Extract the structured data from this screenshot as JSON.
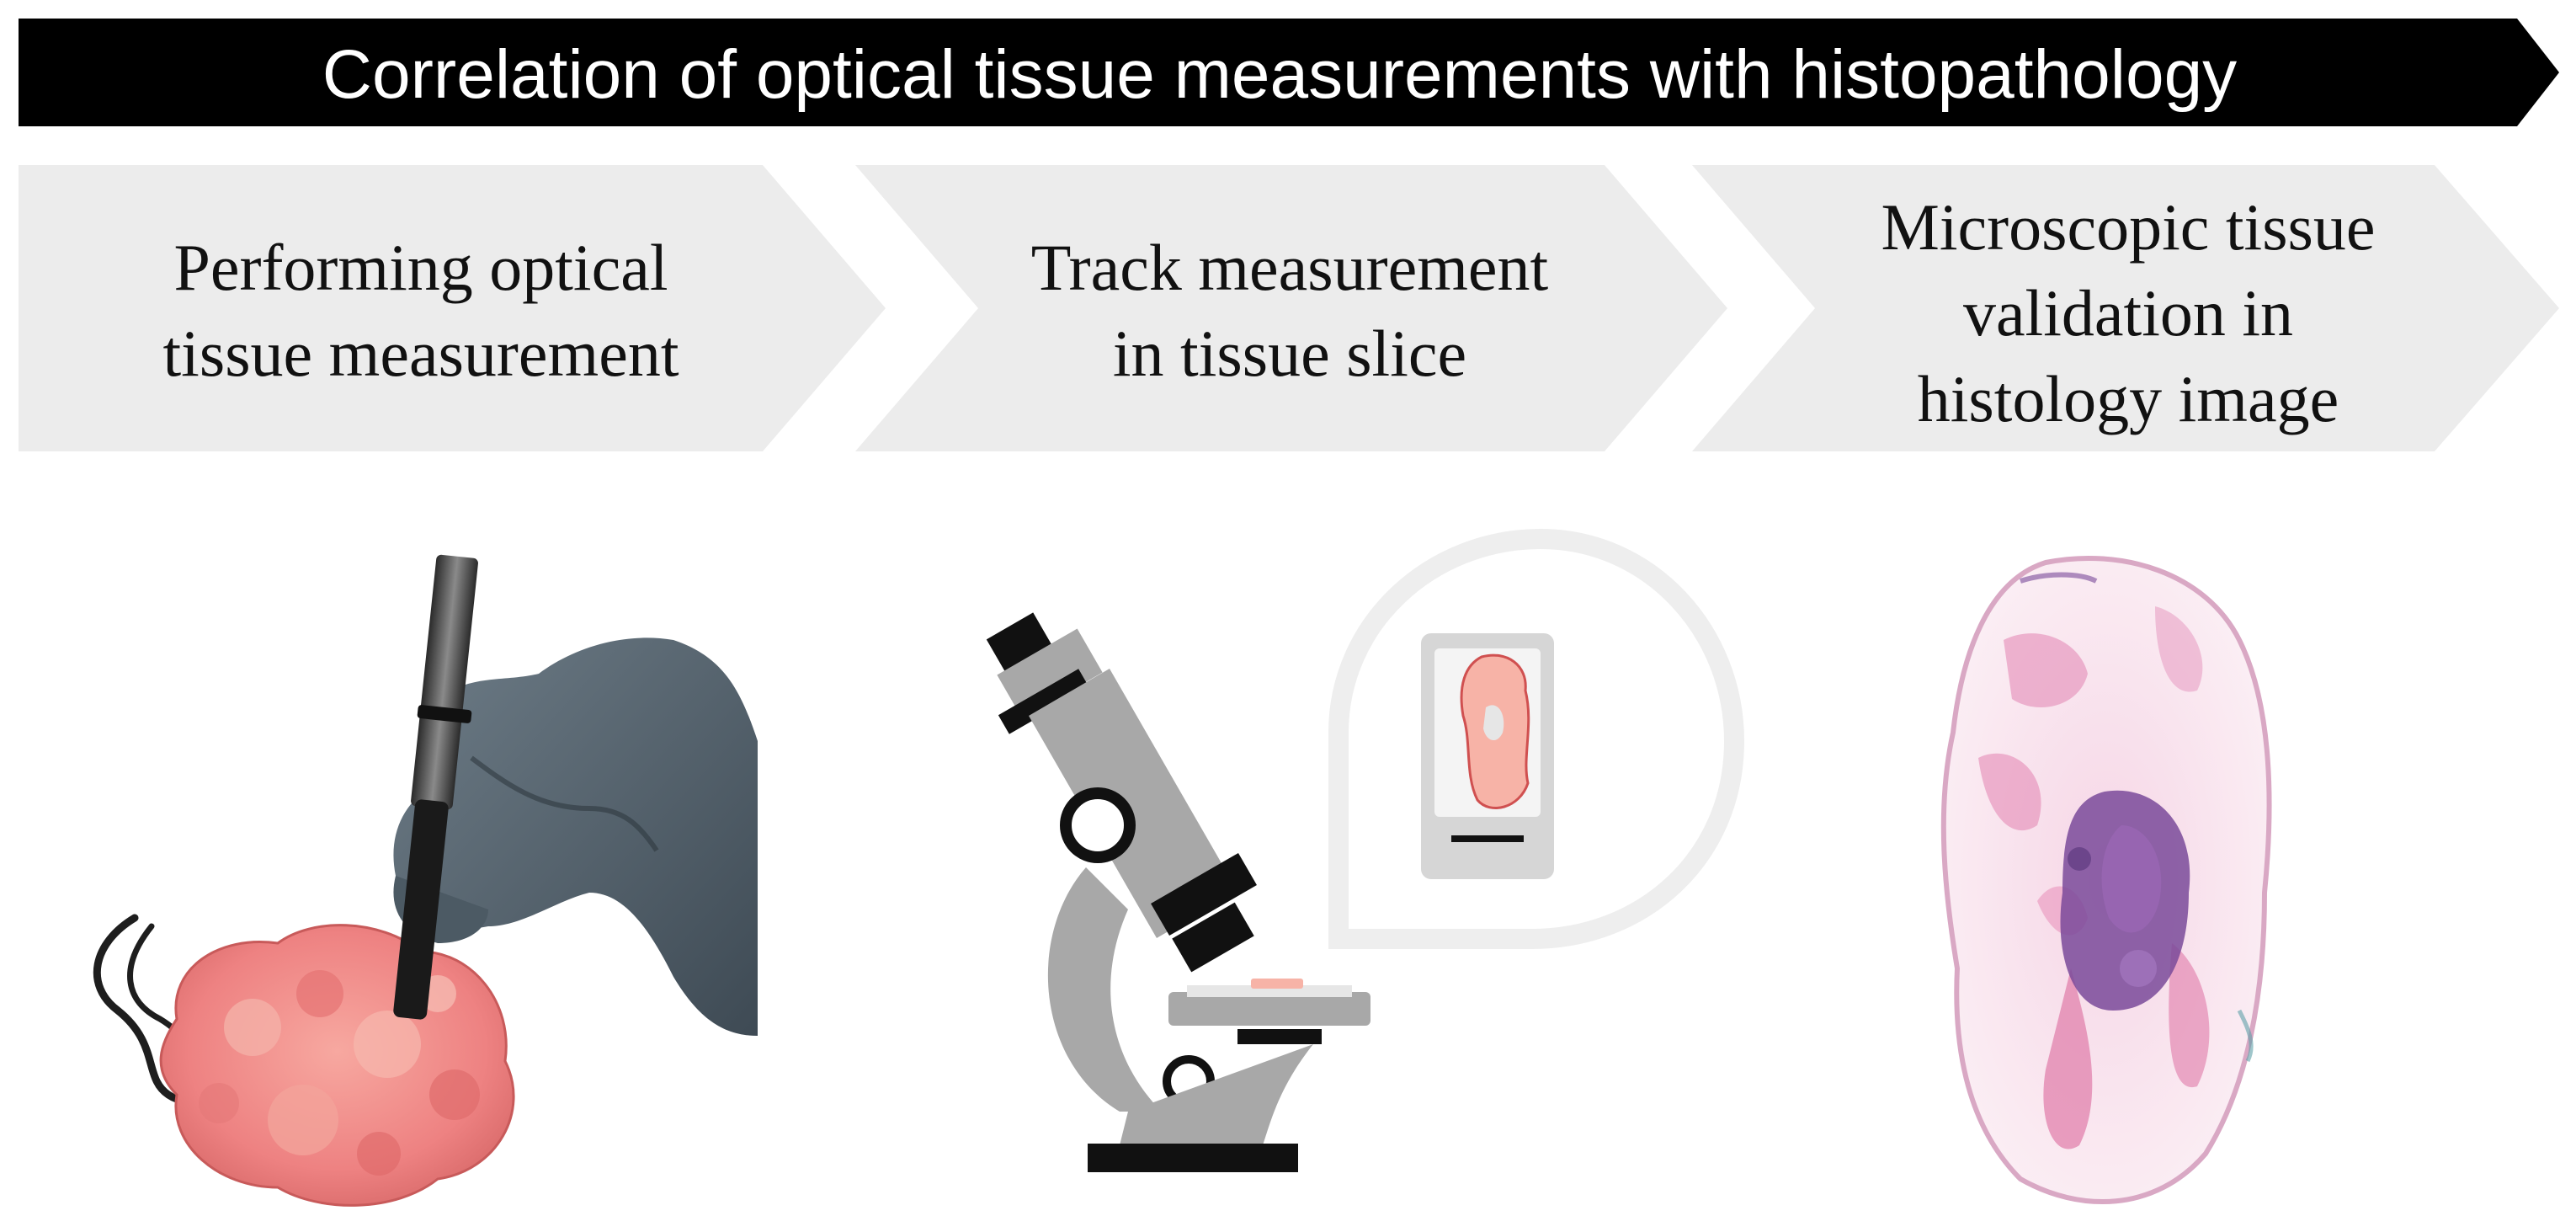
{
  "banner": {
    "title": "Correlation of optical tissue measurements with histopathology"
  },
  "steps": [
    {
      "lines": [
        "Performing optical",
        "tissue measurement"
      ]
    },
    {
      "lines": [
        "Track measurement",
        "in tissue slice"
      ]
    },
    {
      "lines": [
        "Microscopic tissue",
        "validation in",
        "histology image"
      ]
    }
  ],
  "colors": {
    "banner": "#000000",
    "chevron": "#ececec",
    "tissue_pink": "#f08a8a",
    "glove": "#5c6c78",
    "microscope_gray": "#a8a8a8",
    "histology_pink": "#e07aa8",
    "histology_purple": "#7a4a9a"
  },
  "illustrations": [
    {
      "icon": "probe-in-gloved-hand-icon"
    },
    {
      "icon": "microscope-with-slide-icon"
    },
    {
      "icon": "histology-slide-image-icon"
    }
  ]
}
